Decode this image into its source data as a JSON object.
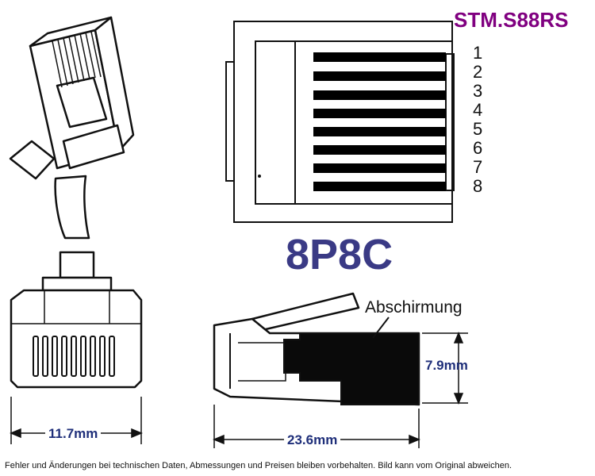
{
  "product_code": "STM.S88RS",
  "connector_type": "8P8C",
  "pins": [
    "1",
    "2",
    "3",
    "4",
    "5",
    "6",
    "7",
    "8"
  ],
  "shield_label": "Abschirmung",
  "dimensions": {
    "width": "11.7mm",
    "length": "23.6mm",
    "height": "7.9mm"
  },
  "disclaimer": "Fehler und Änderungen bei technischen Daten, Abmessungen und Preisen bleiben vorbehalten. Bild kann vom Original abweichen.",
  "colors": {
    "product_code": "#800080",
    "connector_type": "#3a3a85",
    "dimension_text": "#1f2f7a",
    "line": "#111111"
  }
}
